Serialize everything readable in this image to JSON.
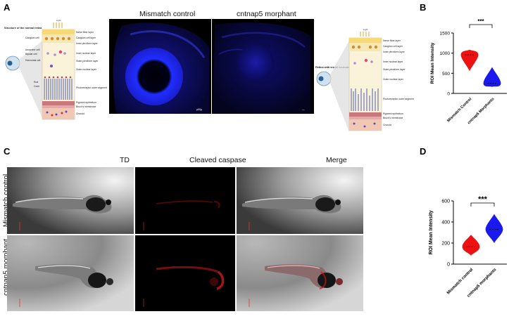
{
  "panels": {
    "a": {
      "letter": "A",
      "left_schematic": {
        "title": "Structure of the normal retina",
        "light": "Light"
      },
      "right_schematic": {
        "title": "Retina with visual neurodegeneration",
        "light": "Light"
      },
      "images": [
        {
          "label": "Mismatch control",
          "scale_text": "µ50µ"
        },
        {
          "label": "cntnap5  morphant",
          "scale_text": "—"
        }
      ],
      "layer_labels": [
        "Nerve fiber layer",
        "Ganglion cell layer",
        "Inner plexiform layer",
        "Inner nuclear layer",
        "Outer plexiform layer",
        "Outer nuclear layer",
        "Photoreceptor outer segment",
        "Pigment epithelium",
        "Bruch's membrane",
        "Choroid"
      ],
      "cell_labels": [
        "Ganglion cell",
        "Amacrine cell",
        "Bipolar cell",
        "Horizontal cell",
        "Rod",
        "Cone"
      ]
    },
    "b": {
      "letter": "B",
      "significance": "***",
      "colors": [
        "#ee1111",
        "#1a1aee"
      ]
    },
    "c": {
      "letter": "C",
      "columns": [
        "TD",
        "Cleaved  caspase",
        "Merge"
      ],
      "rows": [
        "Mismatch control",
        "cntnap5  morphant"
      ]
    },
    "d": {
      "letter": "D",
      "significance": "***",
      "colors": [
        "#ee1111",
        "#1a1aee"
      ]
    }
  },
  "chart_data": [
    {
      "type": "violin",
      "panel": "B",
      "categories": [
        "Mismatch Control",
        "cntnap5 Morphants"
      ],
      "series": [
        {
          "category": "Mismatch Control",
          "min": 570,
          "median": 960,
          "max": 1080
        },
        {
          "category": "cntnap5 Morphants",
          "min": 170,
          "median": 250,
          "max": 640
        }
      ],
      "ylabel": "ROI Mean Intensity",
      "ylim": [
        0,
        1500
      ],
      "yticks": [
        0,
        500,
        1000,
        1500
      ],
      "significance": "***"
    },
    {
      "type": "violin",
      "panel": "D",
      "categories": [
        "Mismatch control",
        "cntnap5 morphants"
      ],
      "series": [
        {
          "category": "Mismatch control",
          "min": 85,
          "median": 165,
          "max": 275
        },
        {
          "category": "cntnap5 morphants",
          "min": 205,
          "median": 330,
          "max": 470
        }
      ],
      "ylabel": "ROI Mean Intensity",
      "ylim": [
        0,
        600
      ],
      "yticks": [
        0,
        200,
        400,
        600
      ],
      "significance": "***"
    }
  ]
}
